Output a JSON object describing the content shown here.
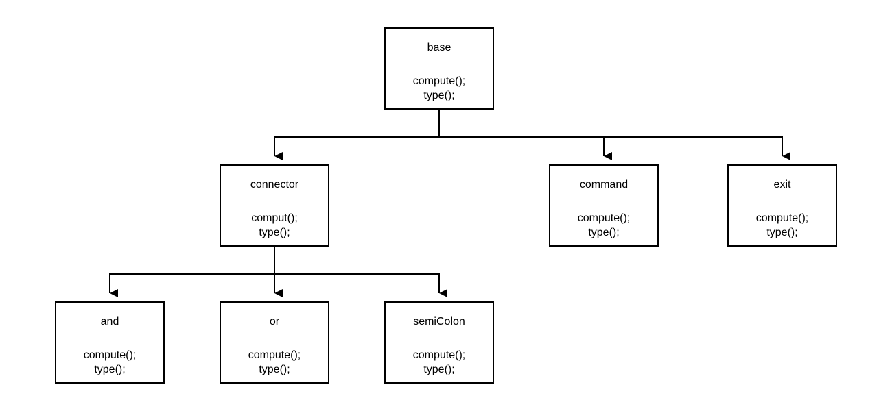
{
  "nodes": {
    "base": {
      "title": "base",
      "methods": [
        "compute();",
        "type();"
      ]
    },
    "connector": {
      "title": "connector",
      "methods": [
        "comput();",
        "type();"
      ]
    },
    "command": {
      "title": "command",
      "methods": [
        "compute();",
        "type();"
      ]
    },
    "exit": {
      "title": "exit",
      "methods": [
        "compute();",
        "type();"
      ]
    },
    "and": {
      "title": "and",
      "methods": [
        "compute();",
        "type();"
      ]
    },
    "or": {
      "title": "or",
      "methods": [
        "compute();",
        "type();"
      ]
    },
    "semicolon": {
      "title": "semiColon",
      "methods": [
        "compute();",
        "type();"
      ]
    }
  },
  "edges": [
    {
      "from": "base",
      "to": "connector"
    },
    {
      "from": "base",
      "to": "command"
    },
    {
      "from": "base",
      "to": "exit"
    },
    {
      "from": "connector",
      "to": "and"
    },
    {
      "from": "connector",
      "to": "or"
    },
    {
      "from": "connector",
      "to": "semicolon"
    }
  ],
  "colors": {
    "line": "#000000",
    "box_border": "#000000",
    "background": "#ffffff"
  }
}
